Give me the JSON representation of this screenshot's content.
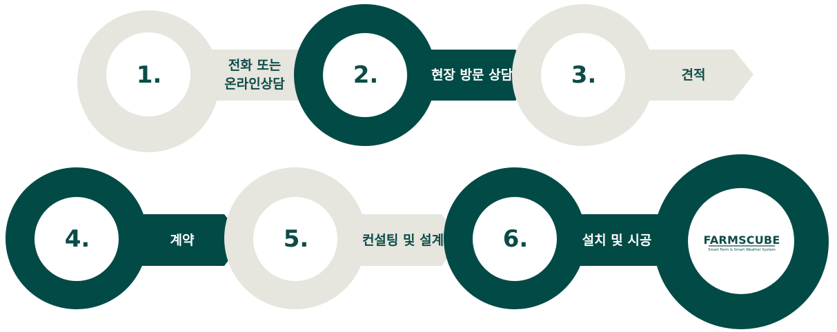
{
  "colors": {
    "dark": "#024a45",
    "light": "#e6e5de",
    "dark_text": "#0c4c48",
    "white": "#ffffff"
  },
  "steps": [
    {
      "number": "1.",
      "label_lines": [
        "전화 또는",
        "온라인상담"
      ],
      "theme": "light"
    },
    {
      "number": "2.",
      "label_lines": [
        "현장 방문 상담"
      ],
      "theme": "dark"
    },
    {
      "number": "3.",
      "label_lines": [
        "견적"
      ],
      "theme": "light"
    },
    {
      "number": "4.",
      "label_lines": [
        "계약"
      ],
      "theme": "dark"
    },
    {
      "number": "5.",
      "label_lines": [
        "컨설팅 및 설계"
      ],
      "theme": "light"
    },
    {
      "number": "6.",
      "label_lines": [
        "설치 및 시공"
      ],
      "theme": "dark"
    }
  ],
  "logo": {
    "name": "FARMSCUBE",
    "tagline": "Smart Farm & Smart Weather System"
  }
}
